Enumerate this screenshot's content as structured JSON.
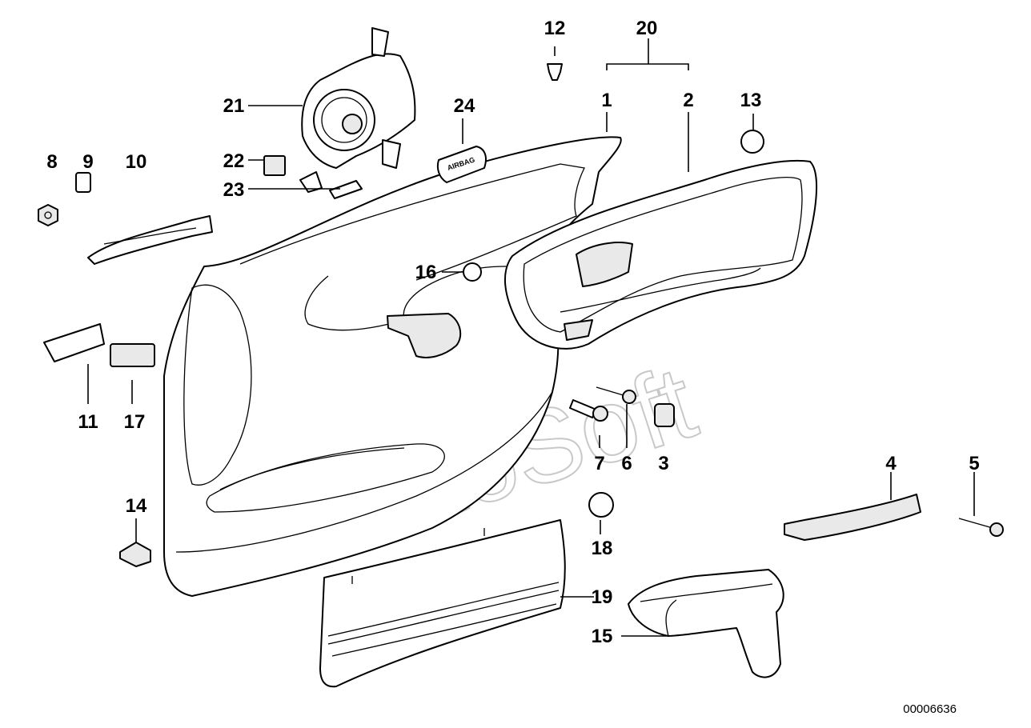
{
  "diagram": {
    "drawing_number": "00006636",
    "watermark": "AutoSoft",
    "airbag_label": "AIRBAG",
    "callouts": {
      "c1": "1",
      "c2": "2",
      "c3": "3",
      "c4": "4",
      "c5": "5",
      "c6": "6",
      "c7": "7",
      "c8": "8",
      "c9": "9",
      "c10": "10",
      "c11": "11",
      "c12": "12",
      "c13": "13",
      "c14": "14",
      "c15": "15",
      "c16": "16",
      "c17": "17",
      "c18": "18",
      "c19": "19",
      "c20": "20",
      "c21": "21",
      "c22": "22",
      "c23": "23",
      "c24": "24"
    }
  }
}
